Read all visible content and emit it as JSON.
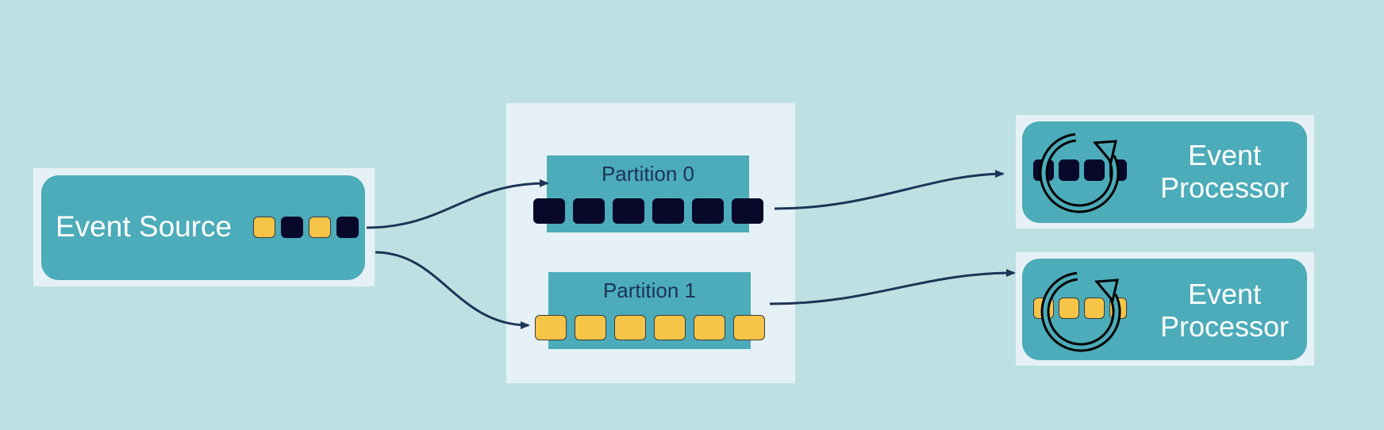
{
  "colors": {
    "background": "#bde1e3",
    "frame": "#e5f1f6",
    "teal": "#4cacb9",
    "yellow": "#f6c548",
    "navy": "#07082a",
    "arrow": "#1c3456"
  },
  "source": {
    "label": "Event Source",
    "events": [
      "yellow",
      "navy",
      "yellow",
      "navy"
    ]
  },
  "topic": {
    "partitions": [
      {
        "label": "Partition 0",
        "events": [
          "navy",
          "navy",
          "navy",
          "navy",
          "navy",
          "navy"
        ]
      },
      {
        "label": "Partition 1",
        "events": [
          "yellow",
          "yellow",
          "yellow",
          "yellow",
          "yellow",
          "yellow"
        ]
      }
    ]
  },
  "processors": [
    {
      "label_line1": "Event",
      "label_line2": "Processor",
      "icon": "refresh-cycle-icon",
      "events": [
        "navy",
        "navy",
        "navy",
        "navy"
      ]
    },
    {
      "label_line1": "Event",
      "label_line2": "Processor",
      "icon": "refresh-cycle-icon",
      "events": [
        "yellow",
        "yellow",
        "yellow",
        "yellow"
      ]
    }
  ]
}
